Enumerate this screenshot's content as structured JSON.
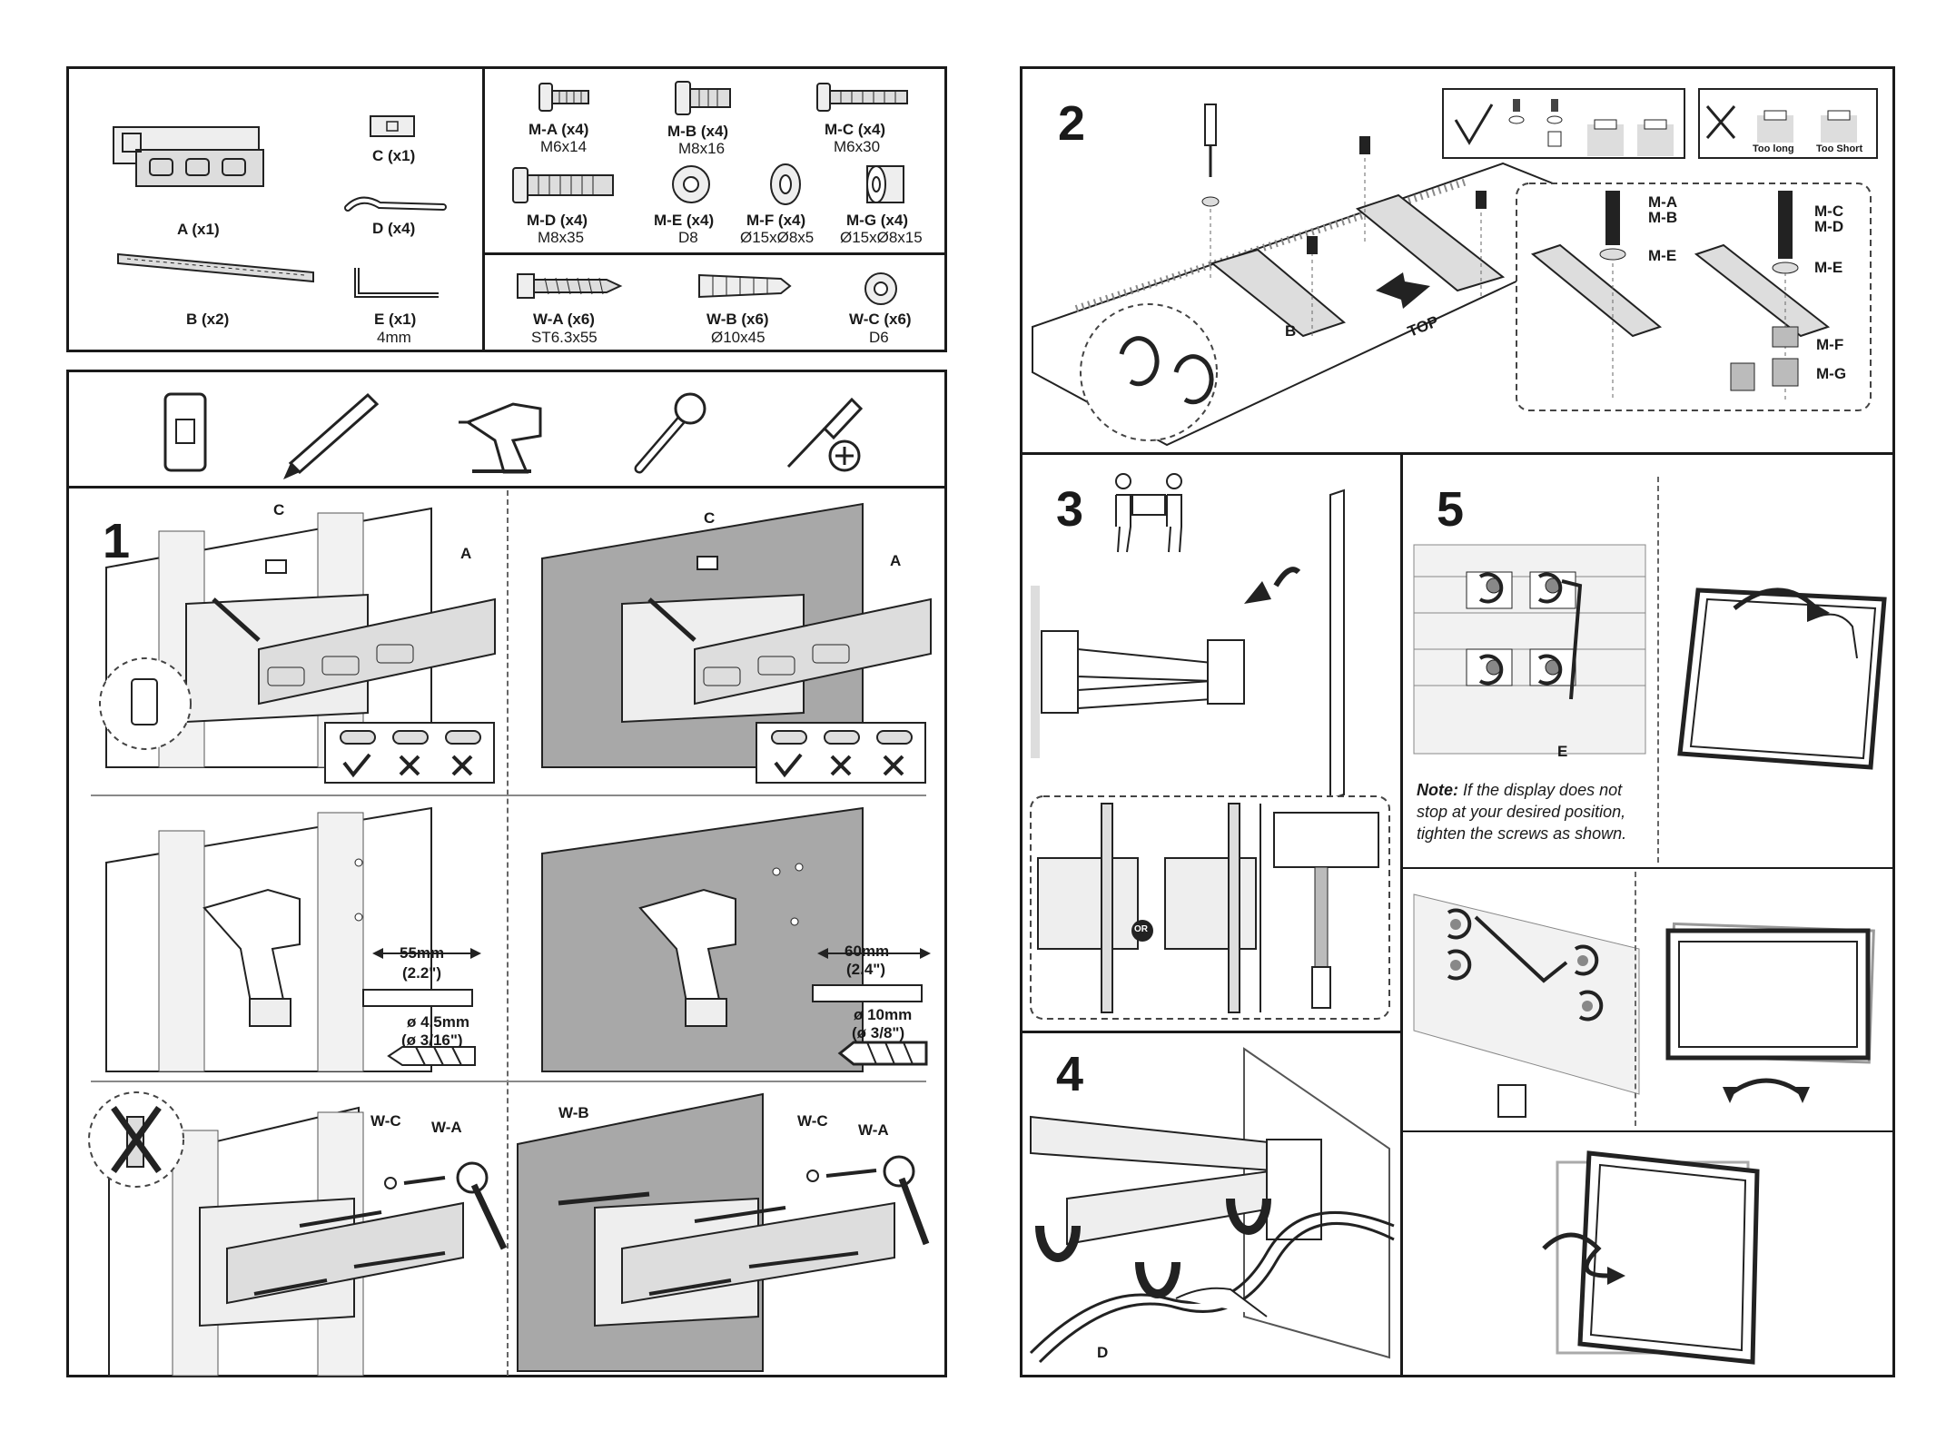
{
  "parts": {
    "A": {
      "label": "A (x1)"
    },
    "B": {
      "label": "B (x2)"
    },
    "C": {
      "label": "C (x1)"
    },
    "D": {
      "label": "D (x4)"
    },
    "E": {
      "label": "E (x1)",
      "size": "4mm"
    },
    "MA": {
      "label": "M-A (x4)",
      "size": "M6x14"
    },
    "MB": {
      "label": "M-B (x4)",
      "size": "M8x16"
    },
    "MC": {
      "label": "M-C (x4)",
      "size": "M6x30"
    },
    "MD": {
      "label": "M-D (x4)",
      "size": "M8x35"
    },
    "ME": {
      "label": "M-E (x4)",
      "size": "D8"
    },
    "MF": {
      "label": "M-F (x4)",
      "size": "Ø15xØ8x5"
    },
    "MG": {
      "label": "M-G (x4)",
      "size": "Ø15xØ8x15"
    },
    "WA": {
      "label": "W-A (x6)",
      "size": "ST6.3x55"
    },
    "WB": {
      "label": "W-B (x6)",
      "size": "Ø10x45"
    },
    "WC": {
      "label": "W-C (x6)",
      "size": "D6"
    }
  },
  "tools": [
    {
      "name": "stud-finder-icon"
    },
    {
      "name": "pencil-icon"
    },
    {
      "name": "drill-icon"
    },
    {
      "name": "wrench-icon"
    },
    {
      "name": "screwdriver-icon"
    }
  ],
  "step1": {
    "number": "1",
    "callouts": {
      "C": "C",
      "A": "A",
      "WA": "W-A",
      "WB": "W-B",
      "WC": "W-C"
    },
    "wood": {
      "spacing": "55mm",
      "spacing_in": "(2.2\")",
      "drill": "ø 4.5mm",
      "drill_in": "(ø 3/16\")"
    },
    "concrete": {
      "spacing": "60mm",
      "spacing_in": "(2.4\")",
      "drill": "ø 10mm",
      "drill_in": "(ø 3/8\")"
    }
  },
  "step2": {
    "number": "2",
    "callouts": {
      "B": "B",
      "TOP": "TOP",
      "MA": "M-A",
      "MB": "M-B",
      "MC": "M-C",
      "MD": "M-D",
      "ME": "M-E",
      "MF": "M-F",
      "MG": "M-G"
    },
    "too_long": "Too long",
    "too_short": "Too Short"
  },
  "step3": {
    "number": "3",
    "or": "OR"
  },
  "step4": {
    "number": "4",
    "callout_D": "D"
  },
  "step5": {
    "number": "5",
    "callout_E": "E",
    "note_label": "Note:",
    "note_text": " If the display does not stop at your desired position, tighten the screws as shown."
  }
}
